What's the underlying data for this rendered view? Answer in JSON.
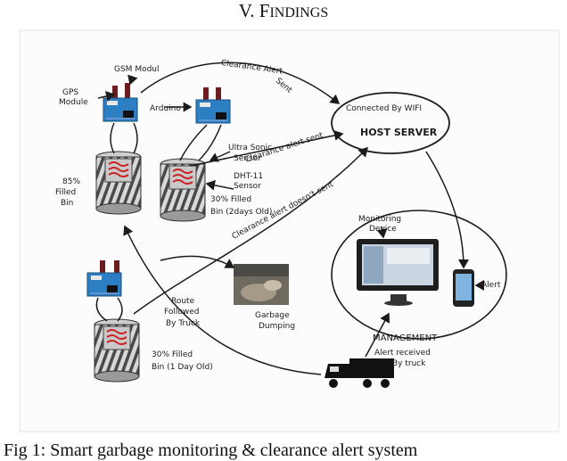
{
  "section": {
    "number": "V.",
    "first_letter": "F",
    "rest": "INDINGS"
  },
  "figure": {
    "labels": {
      "gsm": "GSM Modul",
      "gps1": "GPS",
      "gps2": "Module",
      "arduino": "Arduino",
      "clearance_alert_sent_top1": "Clearance Alert",
      "clearance_alert_sent_top2": "Sent",
      "connected": "Connected By WIFI",
      "host": "HOST SERVER",
      "ultrasonic1": "Ultra Sonic",
      "ultrasonic2": "Sensor",
      "clearance_alert_sent_mid": "Clearance alert sent",
      "dht1": "DHT-11",
      "dht2": "Sensor",
      "bin85_1": "85%",
      "bin85_2": "Filled",
      "bin85_3": "Bin",
      "bin30a_1": "30% Filled",
      "bin30a_2": "Bin (2days Old)",
      "not_sent": "Clearance alert doesn't sent",
      "monitoring1": "Monitoring",
      "monitoring2": "Device",
      "alert": "Alert",
      "route1": "Route",
      "route2": "Followed",
      "route3": "By Truck",
      "garbage1": "Garbage",
      "garbage2": "Dumping",
      "management": "MANAGEMENT",
      "bin30b_1": "30% Filled",
      "bin30b_2": "Bin (1 Day Old)",
      "truck_alert1": "Alert received",
      "truck_alert2": "By truck"
    }
  },
  "caption": "Fig 1: Smart garbage monitoring & clearance alert system"
}
